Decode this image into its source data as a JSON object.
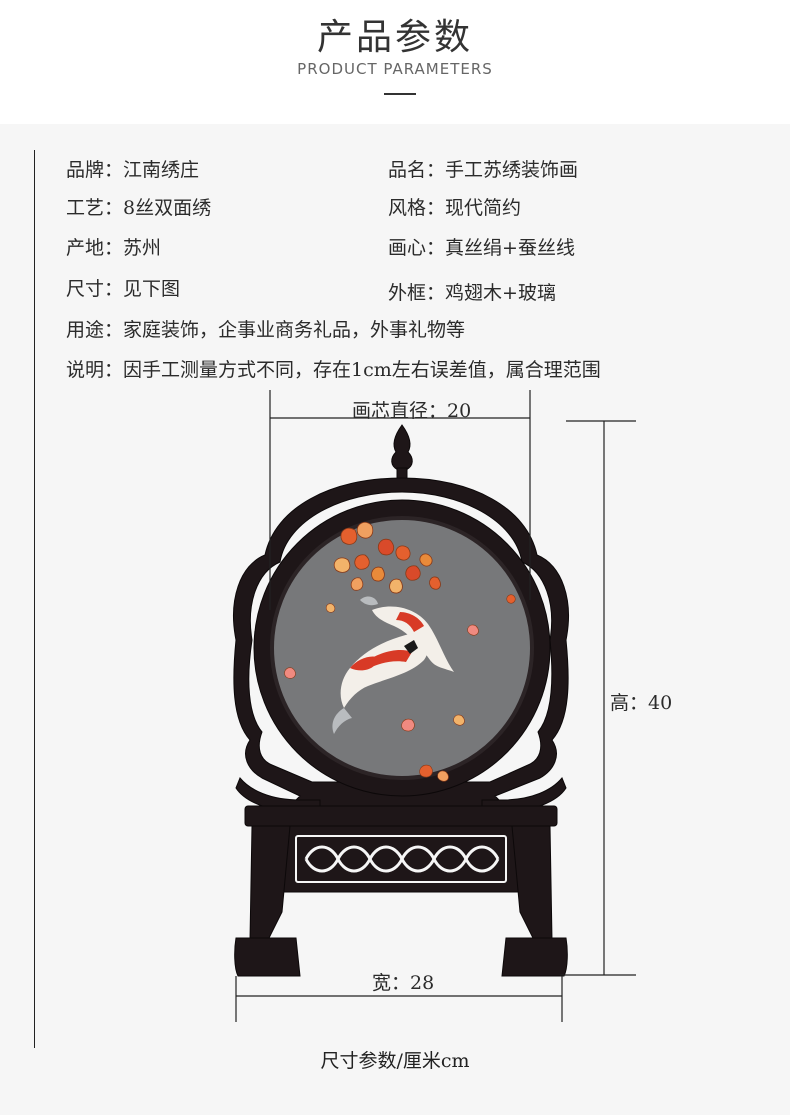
{
  "header": {
    "title": "产品参数",
    "subtitle": "PRODUCT PARAMETERS"
  },
  "specs": [
    {
      "label": "品牌",
      "value": "江南绣庄"
    },
    {
      "label": "品名",
      "value": "手工苏绣装饰画"
    },
    {
      "label": "工艺",
      "value": "8丝双面绣"
    },
    {
      "label": "风格",
      "value": "现代简约"
    },
    {
      "label": "产地",
      "value": "苏州"
    },
    {
      "label": "画心",
      "value": "真丝绢+蚕丝线"
    },
    {
      "label": "尺寸",
      "value": "见下图"
    },
    {
      "label": "外框",
      "value": "鸡翅木+玻璃"
    },
    {
      "label": "用途",
      "value": "家庭装饰，企事业商务礼品，外事礼物等"
    },
    {
      "label": "说明",
      "value": "因手工测量方式不同，存在1cm左右误差值，属合理范围"
    }
  ],
  "dimensions": {
    "diameter_label": "画芯直径：20",
    "height_label": "高：40",
    "width_label": "宽：28"
  },
  "caption": "尺寸参数/厘米cm",
  "colors": {
    "frame": "#1e1618",
    "silk": "#77787a",
    "koi_red": "#d83a26",
    "leaf_orange": "#e88a3a"
  }
}
